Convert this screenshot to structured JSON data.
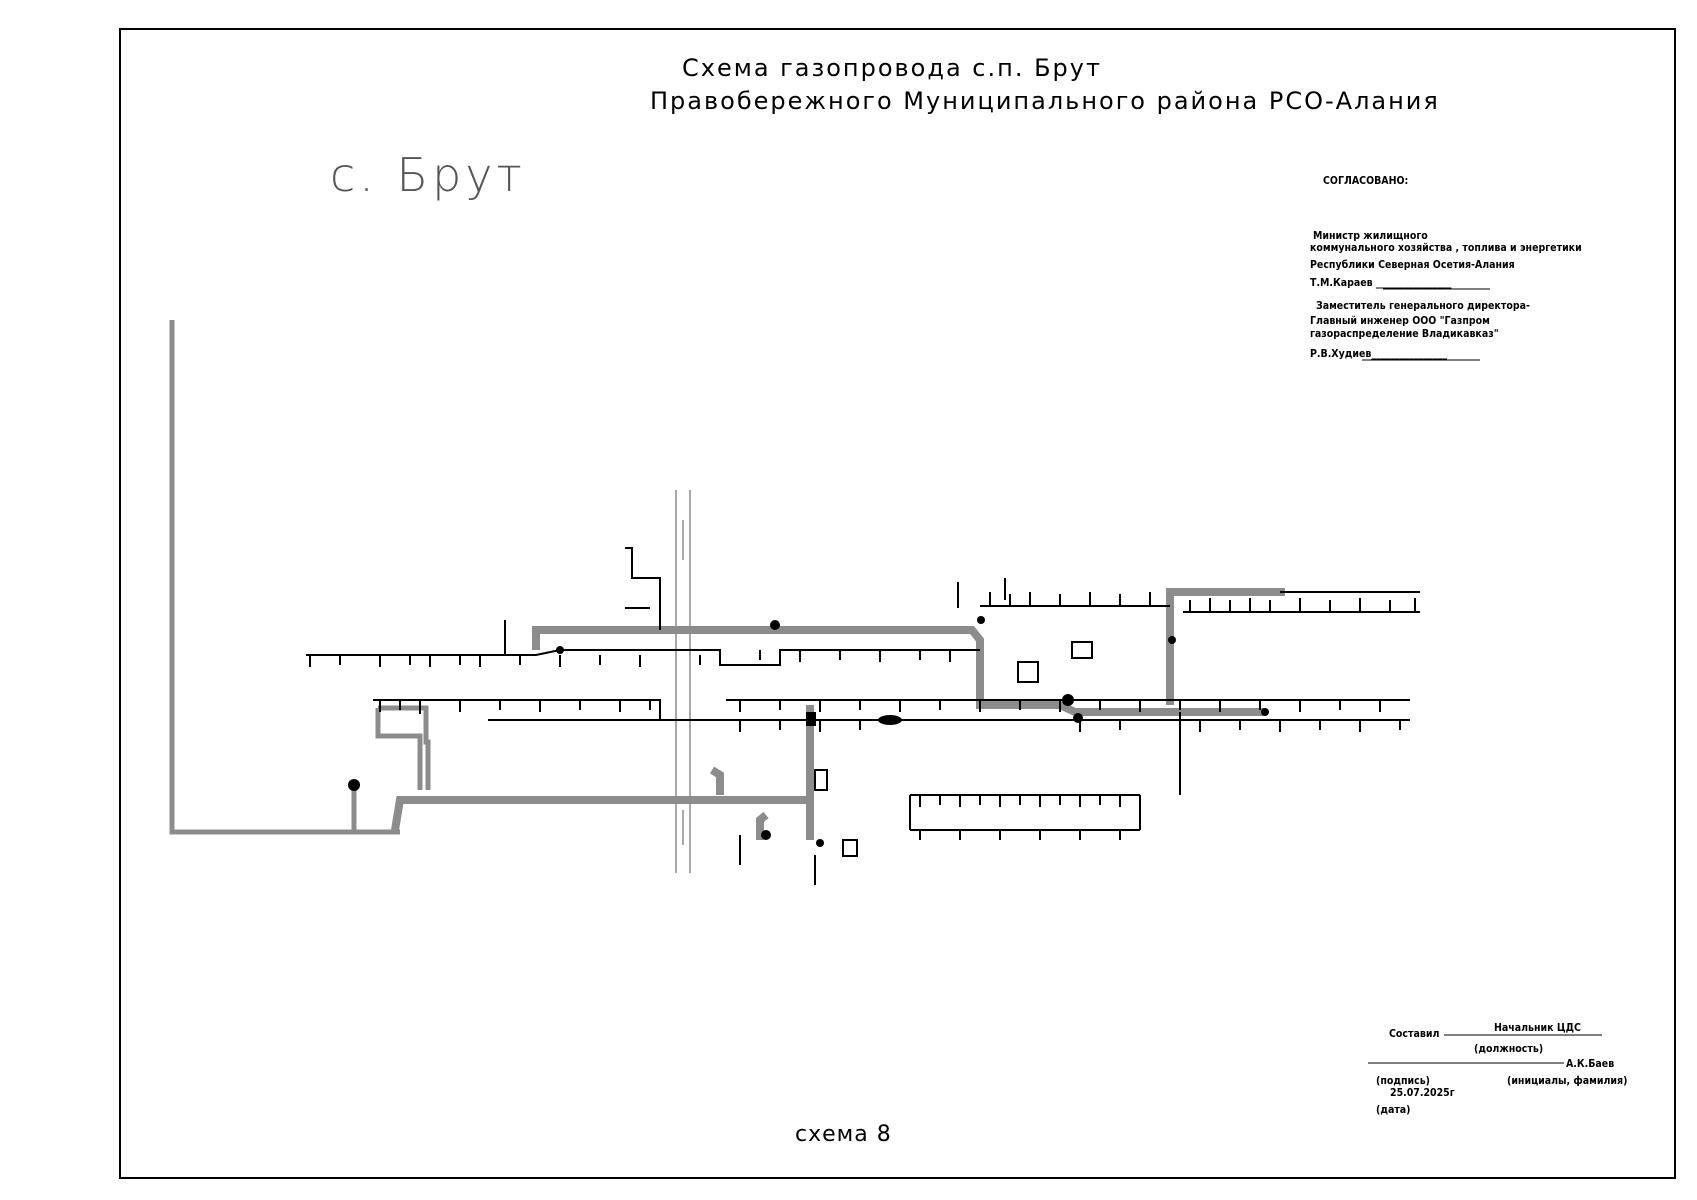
{
  "title": {
    "line1": "Схема газопровода с.п. Брут",
    "line2": "Правобережного   Муниципального района РСО-Алания"
  },
  "village_label": "с. Брут",
  "approval": {
    "heading": "СОГЛАСОВАНО:",
    "signer1_line1": "Министр жилищного",
    "signer1_line2": "коммунального хозяйства , топлива и энергетики",
    "signer1_line3": "Республики Северная Осетия-Алания",
    "signer1_name": "Т.М.Караев ________________",
    "signer2_line1": "Заместитель генерального директора-",
    "signer2_line2": "Главный инженер  ООО \"Газпром",
    "signer2_line3": "газораспределение Владикавказ\"",
    "signer2_name": "Р.В.Худиев________________"
  },
  "compiled": {
    "label": "Составил",
    "position": "Начальник ЦДС",
    "position_caption": "(должность)",
    "name": "А.К.Баев",
    "signature_caption": "(подпись)",
    "name_caption": "(инициалы, фамилия)",
    "date": "25.07.2025г",
    "date_caption": "(дата)"
  },
  "scheme_label": "схема 8",
  "colors": {
    "pipe_main": "#8c8c8c",
    "pipe_line": "#000000",
    "road": "#8c8c8c"
  }
}
